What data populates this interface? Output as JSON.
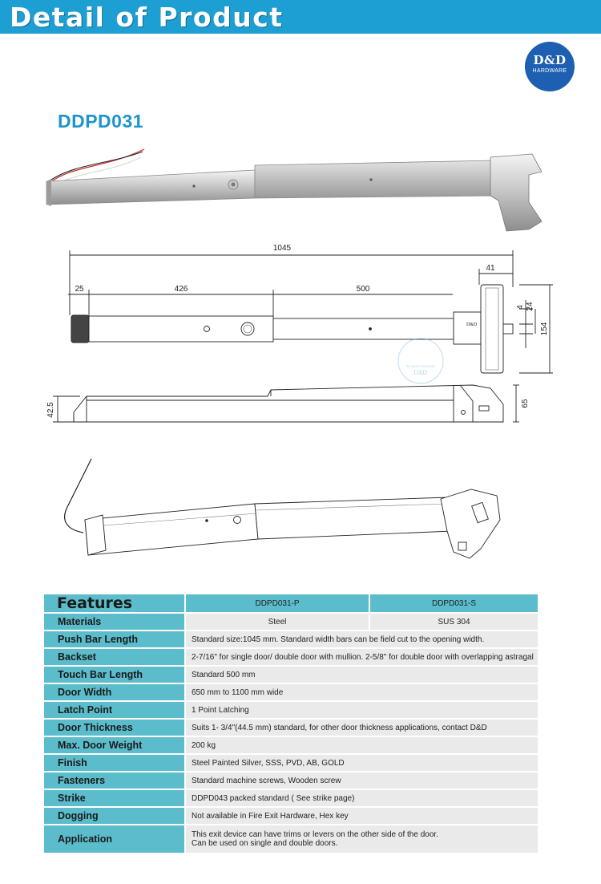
{
  "banner": {
    "title": "Detail of Product"
  },
  "logo": {
    "main": "D&D",
    "sub": "HARDWARE"
  },
  "model": "DDPD031",
  "dimensions": {
    "total_length": "1045",
    "end_width": "41",
    "end_offset": "25",
    "section_a": "426",
    "section_b": "500",
    "latch_gap": "4",
    "latch_height": "24",
    "plate_height": "154",
    "bar_height": "42.5",
    "head_height": "65"
  },
  "drawing_labels": {
    "stamp": "D&D",
    "watermark": "D&D",
    "watermark_text": "15 years warranty"
  },
  "features": {
    "header": {
      "label": "Features",
      "col_p": "DDPD031-P",
      "col_s": "DDPD031-S"
    },
    "materials": {
      "label": "Materials",
      "p": "Steel",
      "s": "SUS 304"
    },
    "rows": [
      {
        "label": "Push Bar Length",
        "value": "Standard size:1045 mm. Standard width bars can be field cut to the opening width."
      },
      {
        "label": "Backset",
        "value": "2-7/16\" for single door/ double door with mullion. 2-5/8\" for double door with overlapping astragal"
      },
      {
        "label": "Touch Bar Length",
        "value": "Standard 500 mm"
      },
      {
        "label": "Door Width",
        "value": "650 mm to 1100 mm wide"
      },
      {
        "label": "Latch Point",
        "value": "1 Point Latching"
      },
      {
        "label": "Door Thickness",
        "value": "Suits 1- 3/4\"(44.5 mm) standard, for other door thickness applications, contact D&D"
      },
      {
        "label": "Max. Door Weight",
        "value": "200 kg"
      },
      {
        "label": "Finish",
        "value": "Steel Painted Silver, SSS, PVD, AB, GOLD"
      },
      {
        "label": "Fasteners",
        "value": "Standard machine screws, Wooden screw"
      },
      {
        "label": "Strike",
        "value": "DDPD043 packed standard ( See strike page)"
      },
      {
        "label": "Dogging",
        "value": "Not available in Fire Exit Hardware, Hex key"
      }
    ],
    "application": {
      "label": "Application",
      "line1": "This exit device can have trims or levers on the other side of the door.",
      "line2": "Can be used on single and double doors."
    }
  }
}
